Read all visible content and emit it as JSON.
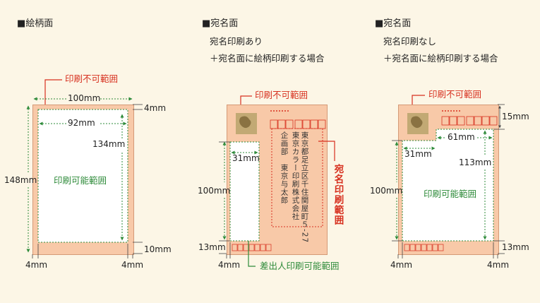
{
  "section1": {
    "heading": "■絵柄面",
    "label_unprintable": "印刷不可範囲",
    "dim_width_total": "100mm",
    "dim_top_margin": "4mm",
    "dim_width_print": "92mm",
    "dim_height_print": "134mm",
    "dim_height_total": "148mm",
    "label_printable": "印刷可能範囲",
    "dim_bottom_margin": "10mm",
    "dim_left_margin": "4mm",
    "dim_right_margin": "4mm"
  },
  "section2": {
    "heading": "■宛名面",
    "line1": "宛名印刷あり",
    "line2": "＋宛名面に絵柄印刷する場合",
    "label_unprintable": "印刷不可範囲",
    "dim_sender_width": "31mm",
    "dim_height": "100mm",
    "dim_bottom": "13mm",
    "dim_left": "4mm",
    "label_address_area": "宛名印刷範囲",
    "label_sender_area": "差出人印刷可能範囲",
    "address_line1": "東京都足立区千住関屋町５‐27",
    "address_line2": "東京カラー印刷株式会社",
    "address_line3": "企画部　東京与太郎"
  },
  "section3": {
    "heading": "■宛名面",
    "line1": "宛名印刷なし",
    "line2": "＋宛名面に絵柄印刷する場合",
    "label_unprintable": "印刷不可範囲",
    "dim_top": "15mm",
    "dim_width": "61mm",
    "dim_left_width": "31mm",
    "dim_height_inner": "113mm",
    "dim_height": "100mm",
    "label_printable": "印刷可能範囲",
    "dim_bottom": "13mm",
    "dim_left": "4mm",
    "dim_right": "4mm"
  },
  "colors": {
    "card": "#f8c9a8",
    "red": "#d7301f",
    "green": "#2e8b3a",
    "background": "#fcf6e6"
  }
}
